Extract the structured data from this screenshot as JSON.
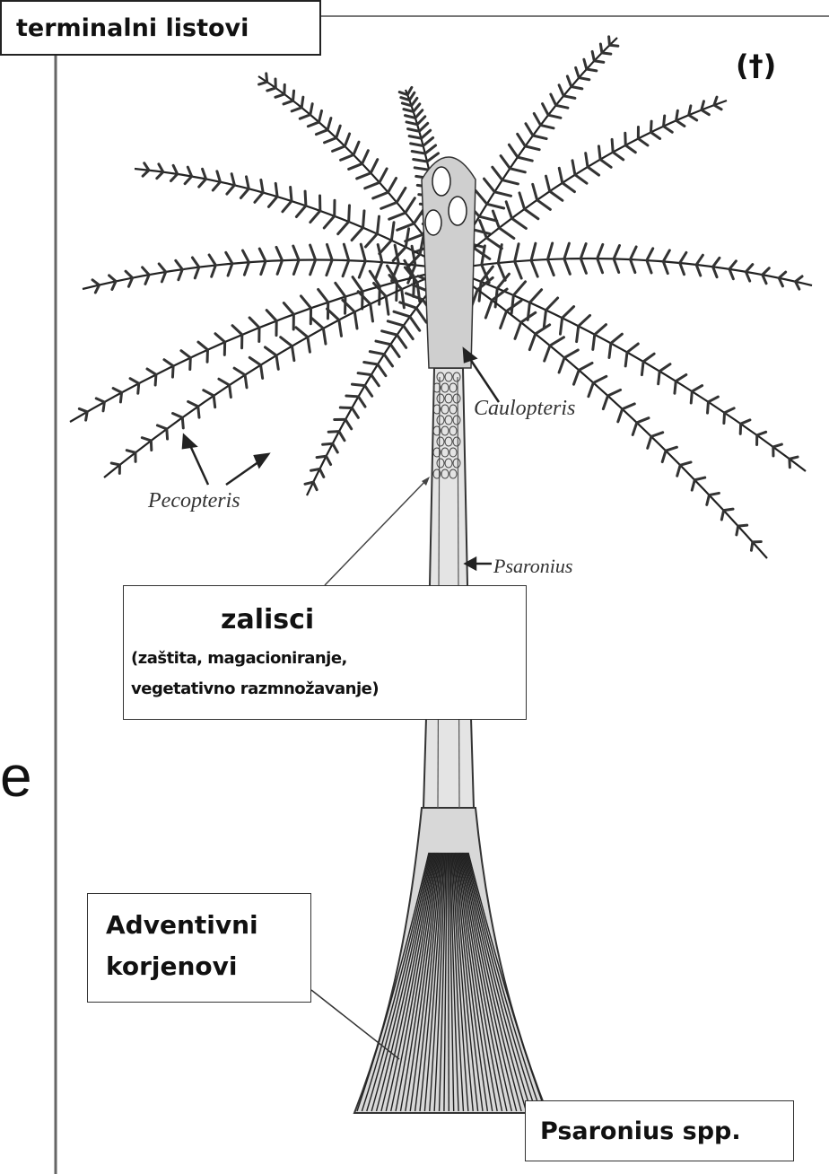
{
  "labels": {
    "top": "terminalni listovi",
    "dagger": "(†)",
    "pecopteris": "Pecopteris",
    "caulopteris": "Caulopteris",
    "psaronius": "Psaronius",
    "zalisci_title": "zalisci",
    "zalisci_line1": "(zaštita, magacioniranje,",
    "zalisci_line2": "vegetativno razmnožavanje)",
    "adventivni_line1": "Adventivni",
    "adventivni_line2": "korjenovi",
    "species": "Psaronius spp.",
    "edge_letter": "e"
  }
}
